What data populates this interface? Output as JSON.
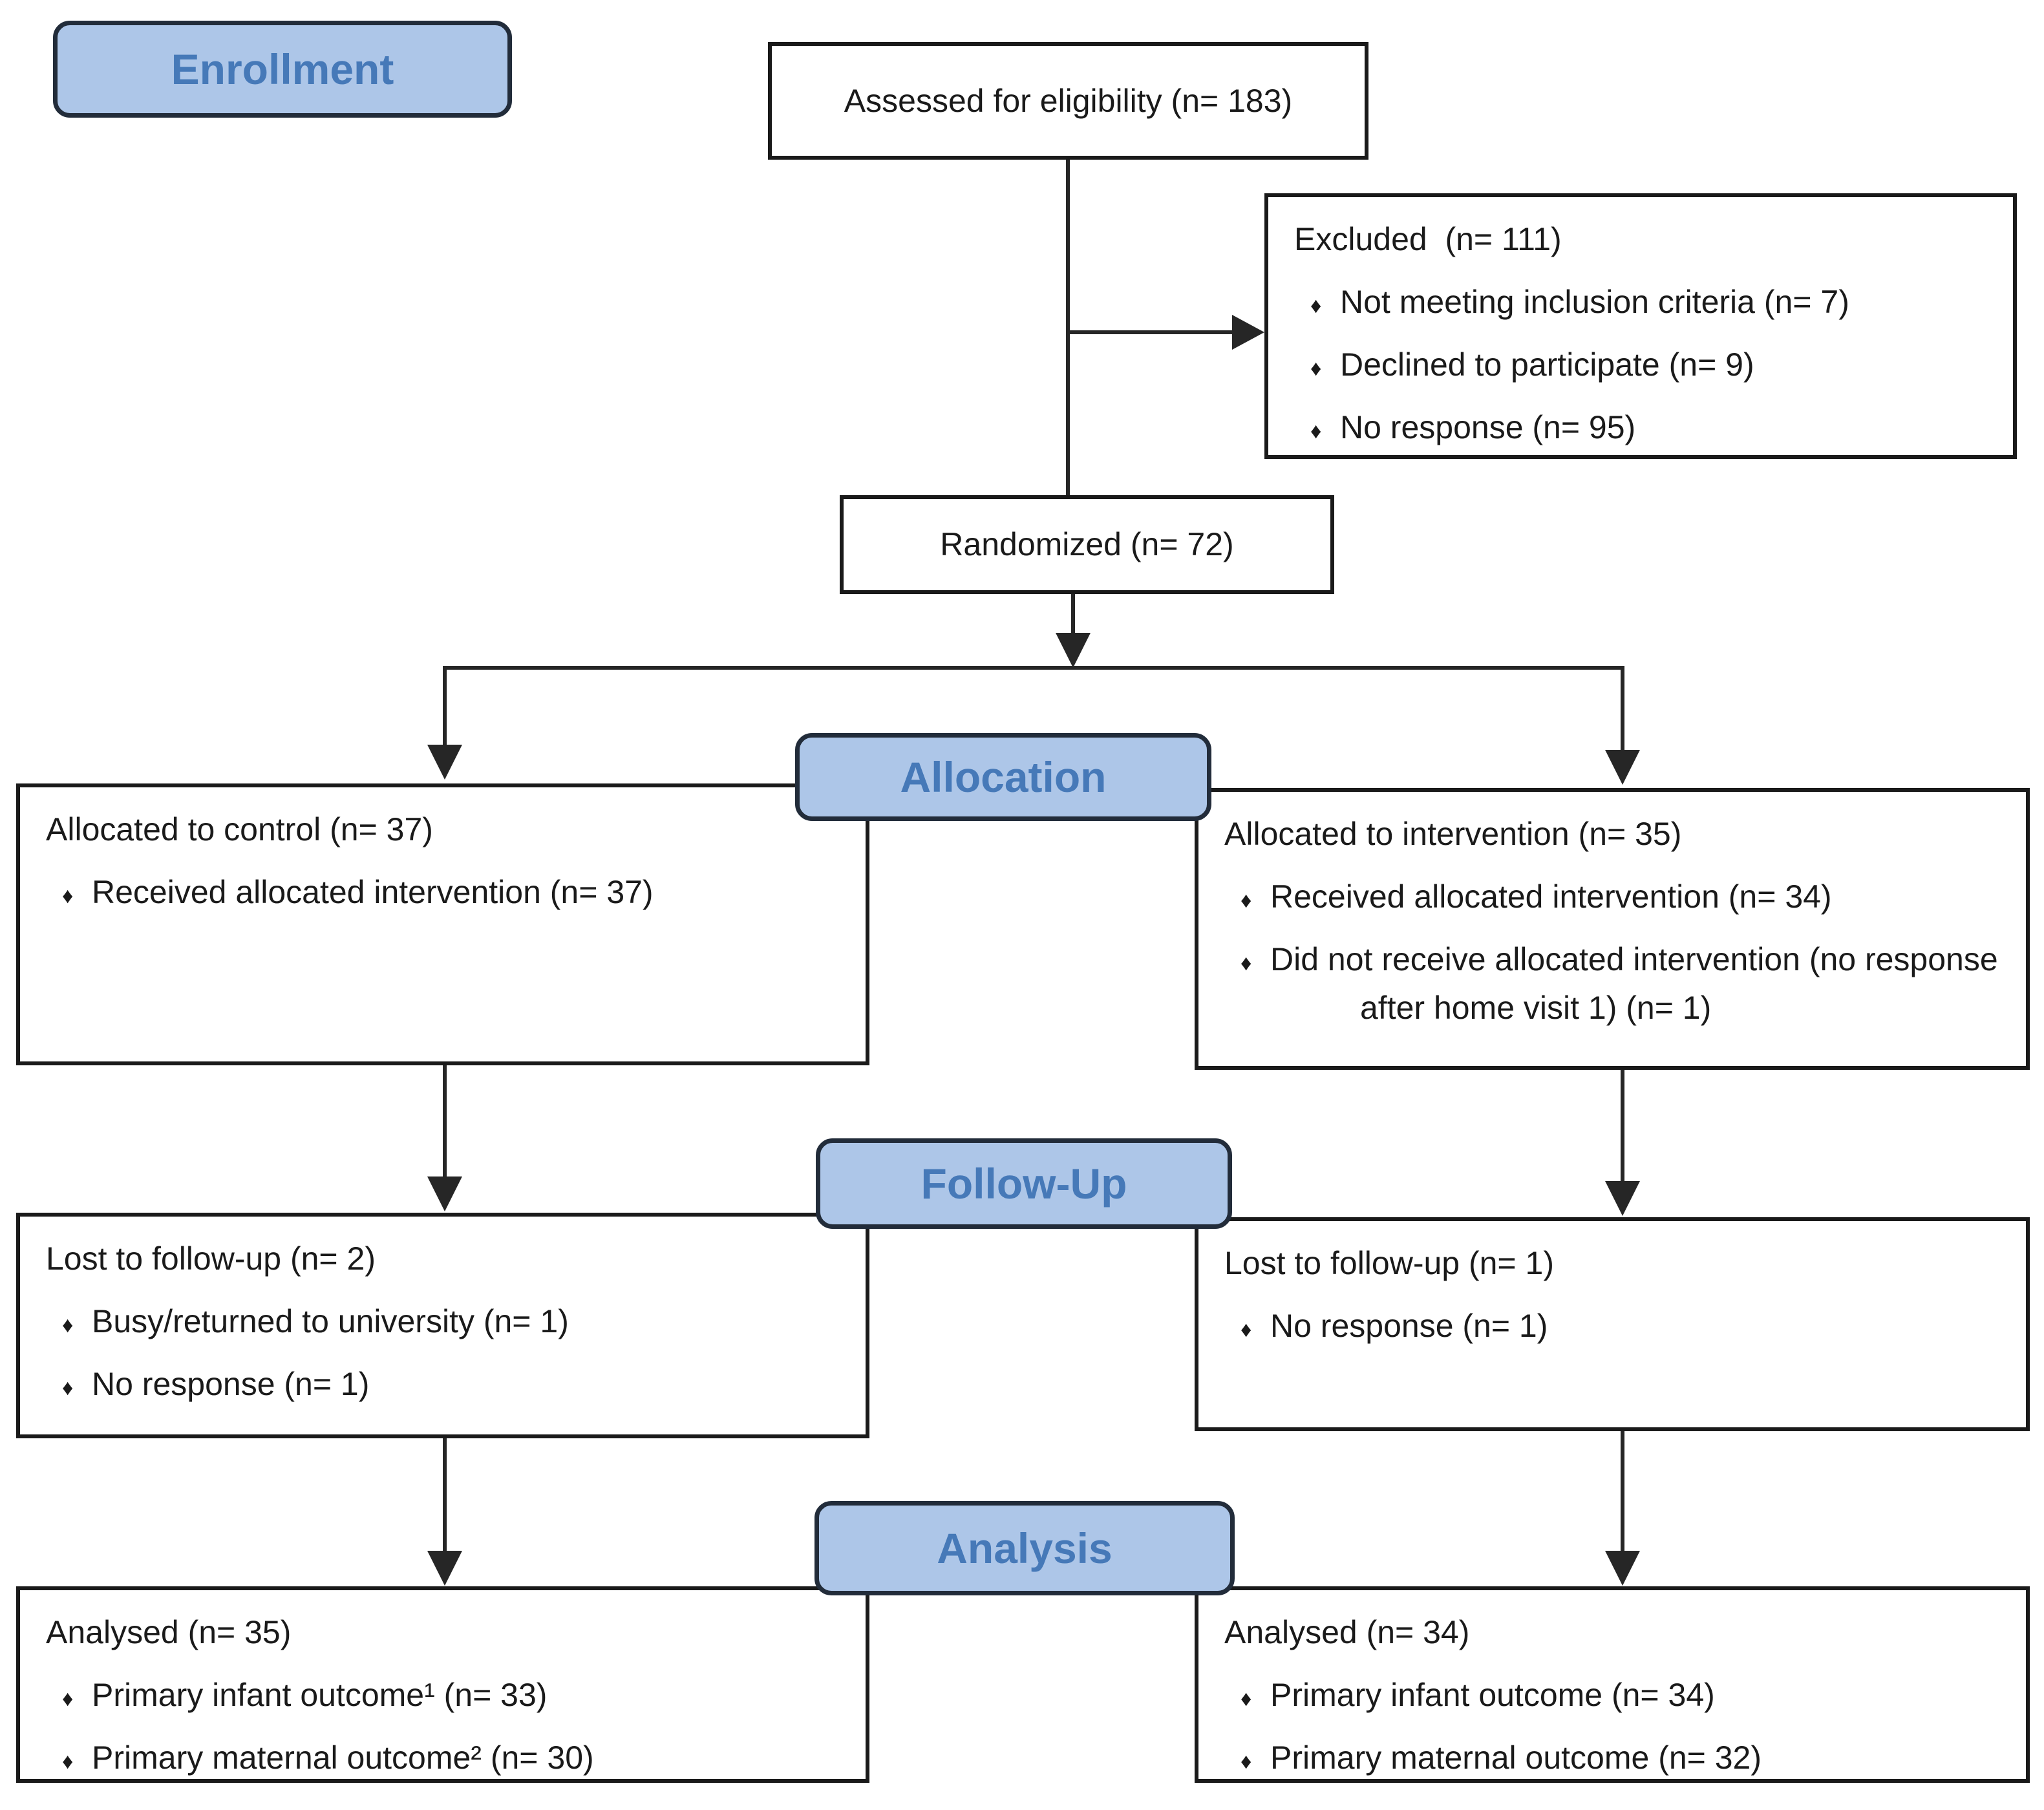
{
  "figure": {
    "kind": "CONSORT participant flow diagram"
  },
  "colors": {
    "background": "#ffffff",
    "stage_fill": "#adc6e8",
    "stage_border": "#222c3a",
    "stage_text": "#4679b8",
    "box_border": "#1a1a1a",
    "body_text": "#1a1a1a",
    "connector": "#262626"
  },
  "bullet_glyph": "♦",
  "stages": {
    "enrollment": "Enrollment",
    "allocation": "Allocation",
    "followup": "Follow-Up",
    "analysis": "Analysis"
  },
  "boxes": {
    "assessed": {
      "title": "Assessed for eligibility (n= 183)"
    },
    "excluded": {
      "title": "Excluded  (n= 111)",
      "items": [
        "Not meeting inclusion criteria (n= 7)",
        "Declined to participate (n= 9)",
        "No response (n= 95)"
      ]
    },
    "randomized": {
      "title": "Randomized (n= 72)"
    },
    "alloc_left": {
      "title": "Allocated to control (n= 37)",
      "items": [
        "Received allocated intervention (n= 37)"
      ]
    },
    "alloc_right": {
      "title": "Allocated to intervention (n= 35)",
      "items": [
        "Received allocated intervention (n= 34)",
        "Did not receive allocated intervention (no response after home visit 1) (n= 1)"
      ]
    },
    "fu_left": {
      "title": "Lost to follow-up (n= 2)",
      "items": [
        "Busy/returned to university (n= 1)",
        "No response (n= 1)"
      ]
    },
    "fu_right": {
      "title": "Lost to follow-up (n= 1)",
      "items": [
        "No response (n= 1)"
      ]
    },
    "an_left": {
      "title": "Analysed (n= 35)",
      "items": [
        "Primary infant outcome¹ (n= 33)",
        "Primary maternal outcome² (n= 30)"
      ]
    },
    "an_right": {
      "title": "Analysed (n= 34)",
      "items": [
        "Primary infant outcome (n= 34)",
        "Primary maternal outcome (n= 32)"
      ]
    }
  }
}
